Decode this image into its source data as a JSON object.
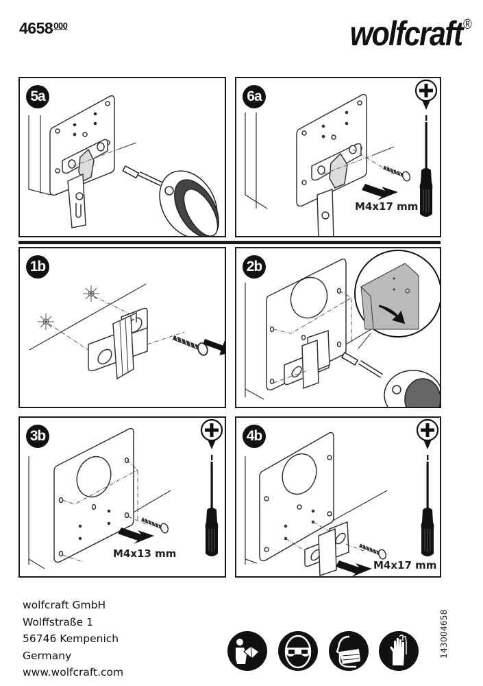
{
  "header": {
    "article_number": "4658",
    "article_suffix": "000",
    "brand": "wolfcraft",
    "brand_mark": "®"
  },
  "steps": [
    {
      "id": "5a",
      "label": "5a",
      "tool": "drill",
      "screw": null
    },
    {
      "id": "6a",
      "label": "6a",
      "tool": "phillips-screwdriver",
      "screw": "M4x17 mm"
    },
    {
      "id": "1b",
      "label": "1b",
      "tool": null,
      "screw": null
    },
    {
      "id": "2b",
      "label": "2b",
      "tool": "drill",
      "screw": null
    },
    {
      "id": "3b",
      "label": "3b",
      "tool": "phillips-screwdriver",
      "screw": "M4x13 mm"
    },
    {
      "id": "4b",
      "label": "4b",
      "tool": "phillips-screwdriver",
      "screw": "M4x17 mm"
    }
  ],
  "footer": {
    "address_lines": [
      "wolfcraft GmbH",
      "Wolffstraße 1",
      "56746 Kempenich",
      "Germany",
      "www.wolfcraft.com"
    ],
    "safety_icons": [
      "read-manual-icon",
      "safety-goggles-icon",
      "dust-mask-icon",
      "protective-gloves-icon"
    ],
    "document_code": "143004658"
  }
}
